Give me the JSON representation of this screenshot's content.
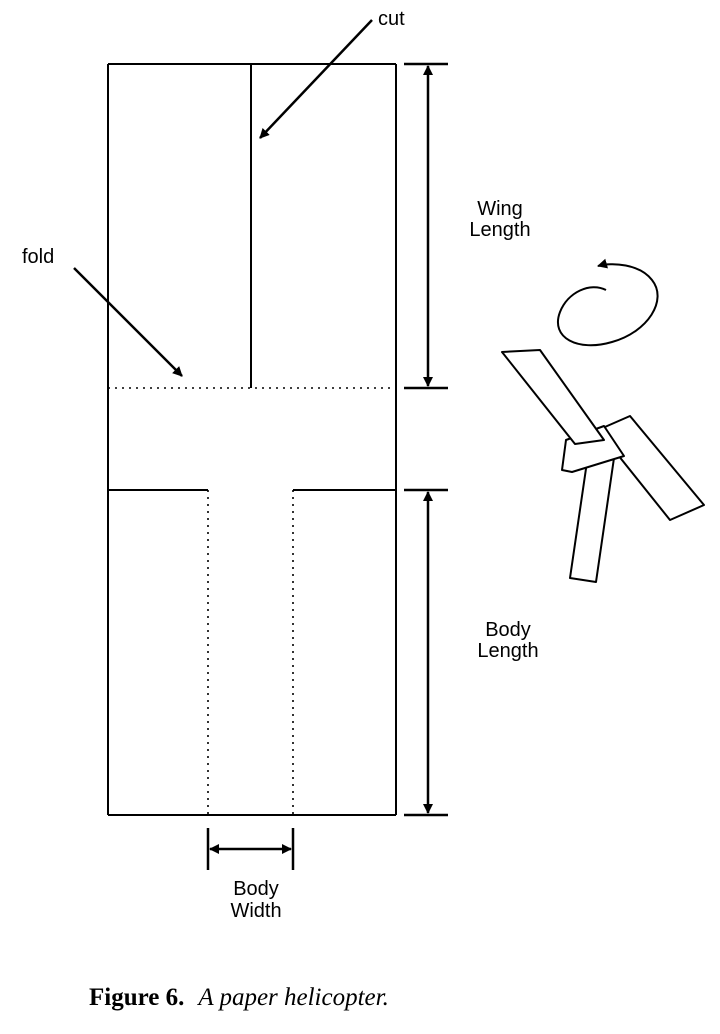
{
  "labels": {
    "cut": "cut",
    "fold": "fold",
    "wing_length_line1": "Wing",
    "wing_length_line2": "Length",
    "body_length_line1": "Body",
    "body_length_line2": "Length",
    "body_width_line1": "Body",
    "body_width_line2": "Width"
  },
  "caption": {
    "number": "Figure 6.",
    "title": "A paper helicopter."
  },
  "colors": {
    "ink": "#000000",
    "paper": "#ffffff"
  }
}
